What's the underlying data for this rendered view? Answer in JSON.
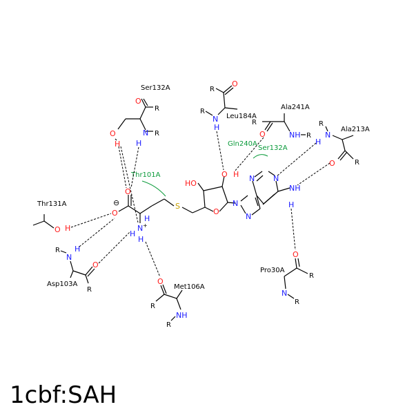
{
  "title": "1cbf:SAH",
  "colors": {
    "nitrogen": "#1a1aff",
    "oxygen": "#ff1a1a",
    "sulfur": "#c8a000",
    "hydrophobic": "#0a9a3a",
    "bond": "#000000"
  },
  "residues": {
    "ser132_top": "Ser132A",
    "thr101": "Thr101A",
    "thr131": "Thr131A",
    "asp103": "Asp103A",
    "met106": "Met106A",
    "leu184": "Leu184A",
    "gln240": "Gln240A",
    "ser132_mid": "Ser132A",
    "ala241": "Ala241A",
    "ala213": "Ala213A",
    "pro30": "Pro30A"
  },
  "atoms": {
    "O": "O",
    "N": "N",
    "H": "H",
    "R": "R",
    "S": "S",
    "HO": "HO",
    "NH": "NH",
    "NHp": "N",
    "Hp": "H",
    "plus": "+",
    "minus": "⊖"
  }
}
